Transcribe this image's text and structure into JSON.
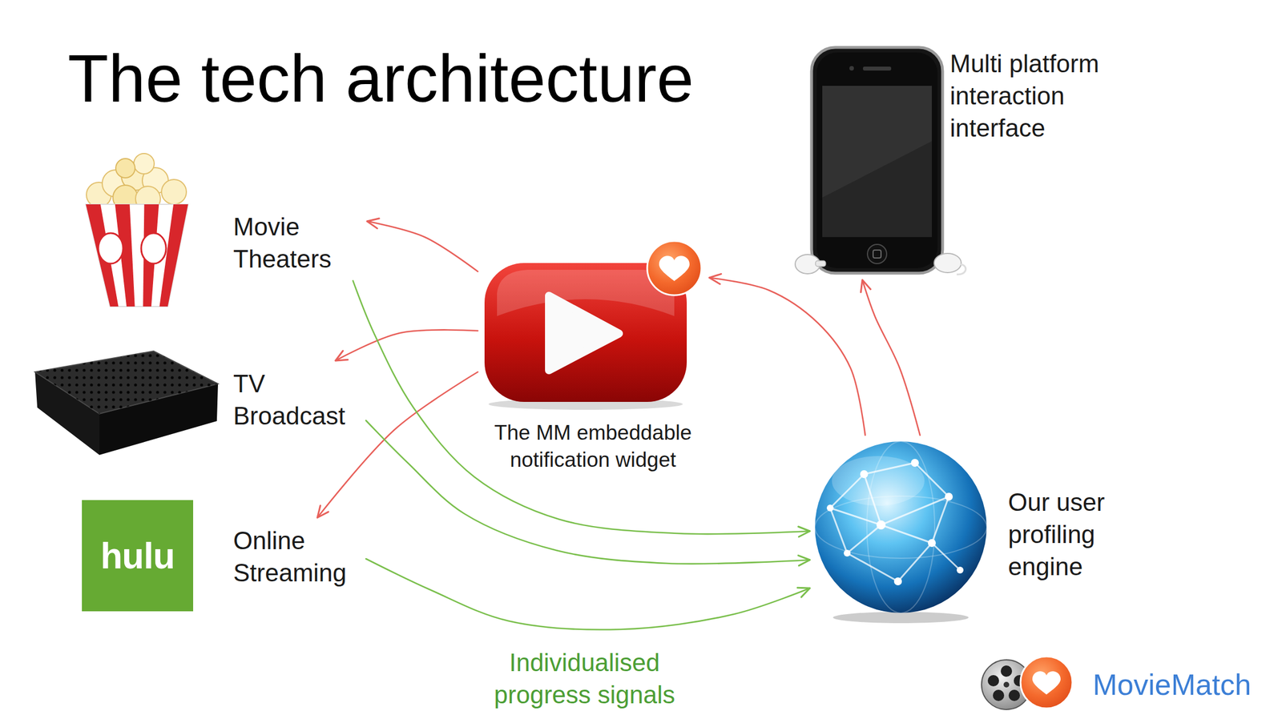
{
  "diagram": {
    "title": "The tech architecture",
    "nodes": [
      {
        "text": [
          "Movie Theaters"
        ]
      },
      {
        "text": [
          "TV Broadcast"
        ]
      },
      {
        "text": [
          "Online Streaming"
        ]
      },
      {
        "text": [
          "The MM embeddable notification widget"
        ]
      },
      {
        "text": [
          "Multi platform interaction interface"
        ]
      },
      {
        "text": [
          "Our user profiling engine"
        ]
      }
    ],
    "edges": [
      {
        "from": 3,
        "to": 0,
        "arrow": "to"
      },
      {
        "from": 3,
        "to": 1,
        "arrow": "to"
      },
      {
        "from": 3,
        "to": 2,
        "arrow": "to"
      },
      {
        "from": 0,
        "to": 5,
        "arrow": "to"
      },
      {
        "from": 1,
        "to": 5,
        "arrow": "to"
      },
      {
        "from": 2,
        "to": 5,
        "arrow": "to"
      },
      {
        "from": 5,
        "to": 3,
        "arrow": "to"
      },
      {
        "from": 5,
        "to": 4,
        "arrow": "to"
      }
    ],
    "labels": [
      "hulu",
      "Individualised progress signals",
      "MovieMatch"
    ]
  }
}
